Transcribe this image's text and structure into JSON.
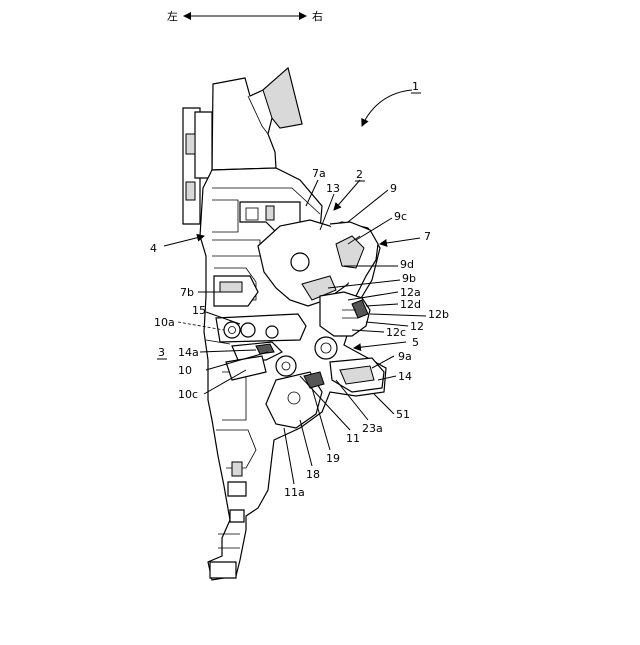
{
  "direction": {
    "left": "左",
    "right": "右"
  },
  "labels": {
    "l1": "1",
    "l2": "2",
    "l3": "3",
    "l4": "4",
    "l5": "5",
    "l7": "7",
    "l7a": "7a",
    "l7b": "7b",
    "l9": "9",
    "l9a": "9a",
    "l9b": "9b",
    "l9c": "9c",
    "l9d": "9d",
    "l10": "10",
    "l10a": "10a",
    "l10c": "10c",
    "l11": "11",
    "l11a": "11a",
    "l12": "12",
    "l12a": "12a",
    "l12b": "12b",
    "l12c": "12c",
    "l12d": "12d",
    "l13": "13",
    "l14": "14",
    "l14a": "14a",
    "l15": "15",
    "l18": "18",
    "l19": "19",
    "l23a": "23a",
    "l51": "51"
  }
}
